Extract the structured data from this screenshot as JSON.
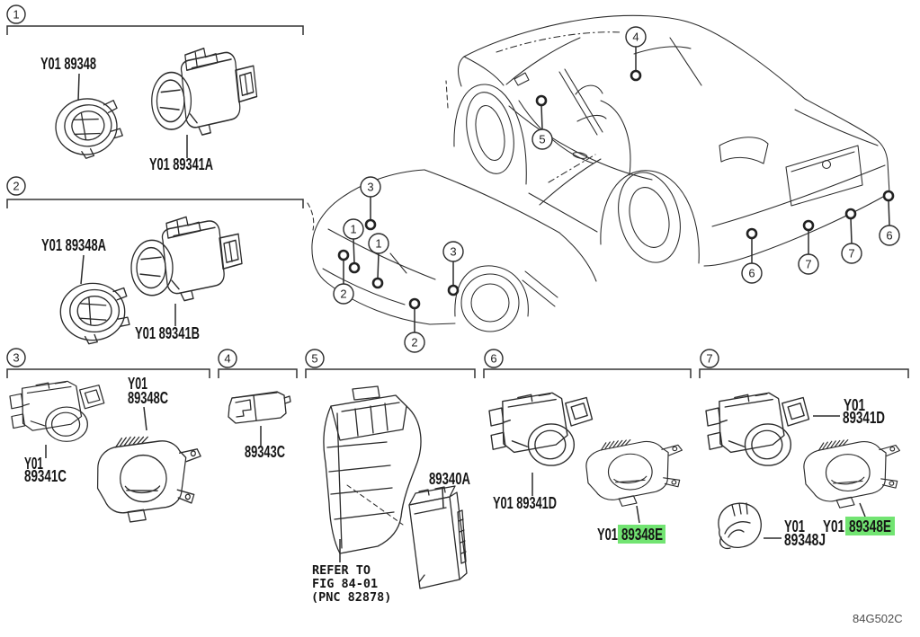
{
  "footer": {
    "code": "84G502C"
  },
  "colors": {
    "highlight_bg": "#72e472",
    "highlight_text": "#0d3d0d",
    "line": "#2b2b2b"
  },
  "sections": {
    "s1": {
      "num": "1",
      "ring_label": "Y01 89348",
      "sensor_label": "Y01 89341A"
    },
    "s2": {
      "num": "2",
      "ring_label": "Y01 89348A",
      "sensor_label": "Y01 89341B"
    },
    "s3": {
      "num": "3",
      "retainer_l1": "Y01",
      "retainer_l2": "89348C",
      "sensor_l1": "Y01",
      "sensor_l2": "89341C"
    },
    "s4": {
      "num": "4",
      "part_label": "89343C"
    },
    "s5": {
      "num": "5",
      "ecu_label": "89340A",
      "note_l1": "REFER TO",
      "note_l2": "FIG 84-01",
      "note_l3": "(PNC 82878)"
    },
    "s6": {
      "num": "6",
      "sensor_label": "Y01 89341D",
      "retainer_prefix": "Y01",
      "retainer_num": "89348E"
    },
    "s7": {
      "num": "7",
      "sensor_l1": "Y01",
      "sensor_l2": "89341D",
      "clip_l1": "Y01",
      "clip_l2": "89348J",
      "retainer_prefix": "Y01",
      "retainer_num": "89348E"
    }
  },
  "callouts": {
    "front": {
      "c3a": "3",
      "c1a": "1",
      "c1b": "1",
      "c2a": "2",
      "c3b": "3",
      "c2b": "2"
    },
    "cabin": {
      "c4": "4",
      "c5": "5"
    },
    "rear": {
      "c6a": "6",
      "c7a": "7",
      "c7b": "7",
      "c6b": "6"
    }
  }
}
